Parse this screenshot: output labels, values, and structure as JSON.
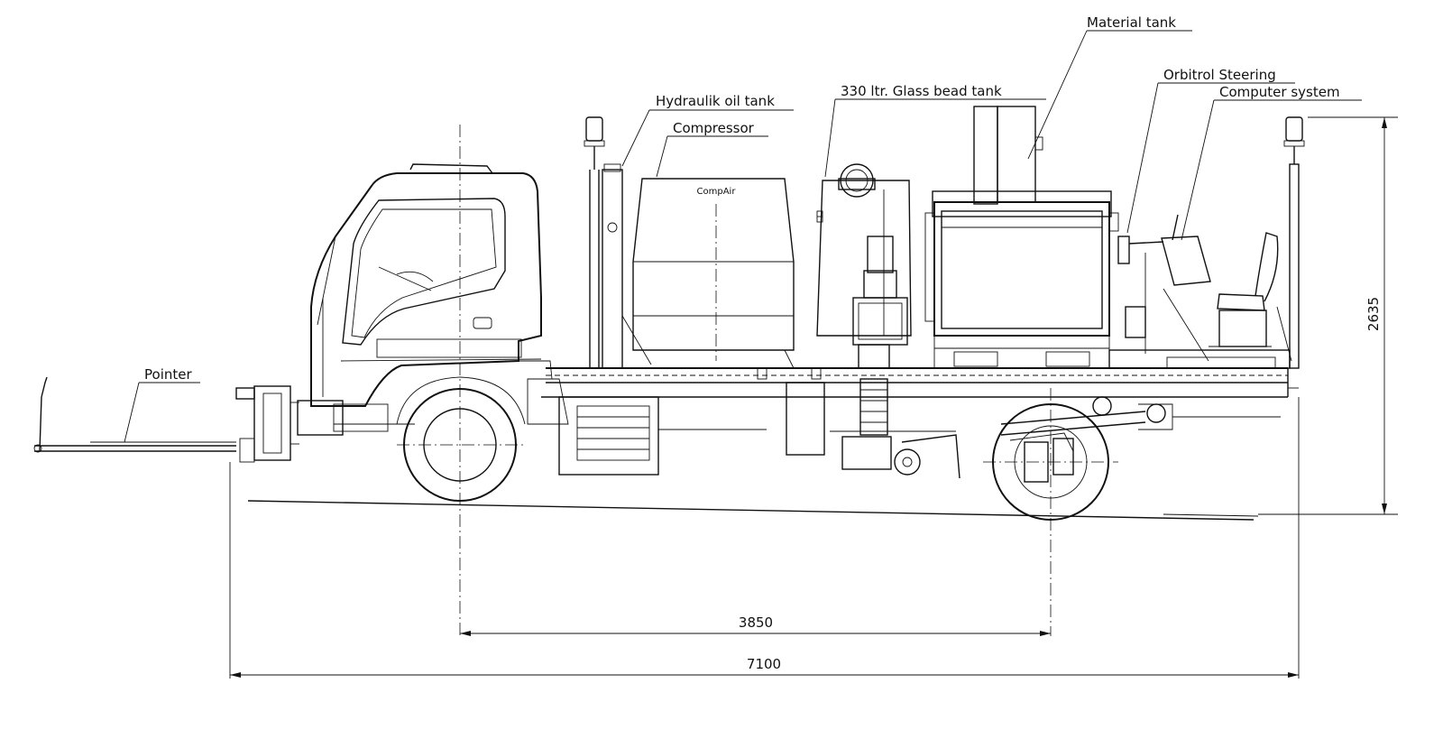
{
  "labels": {
    "material_tank": "Material tank",
    "orbitrol_steering": "Orbitrol Steering",
    "computer_system": "Computer system",
    "hydraulik_oil_tank": "Hydraulik oil tank",
    "glass_bead_tank": "330 ltr. Glass bead tank",
    "compressor": "Compressor",
    "pointer": "Pointer",
    "compressor_brand": "CompAir"
  },
  "dimensions": {
    "wheelbase": "3850",
    "overall_length": "7100",
    "overall_height": "2635"
  }
}
